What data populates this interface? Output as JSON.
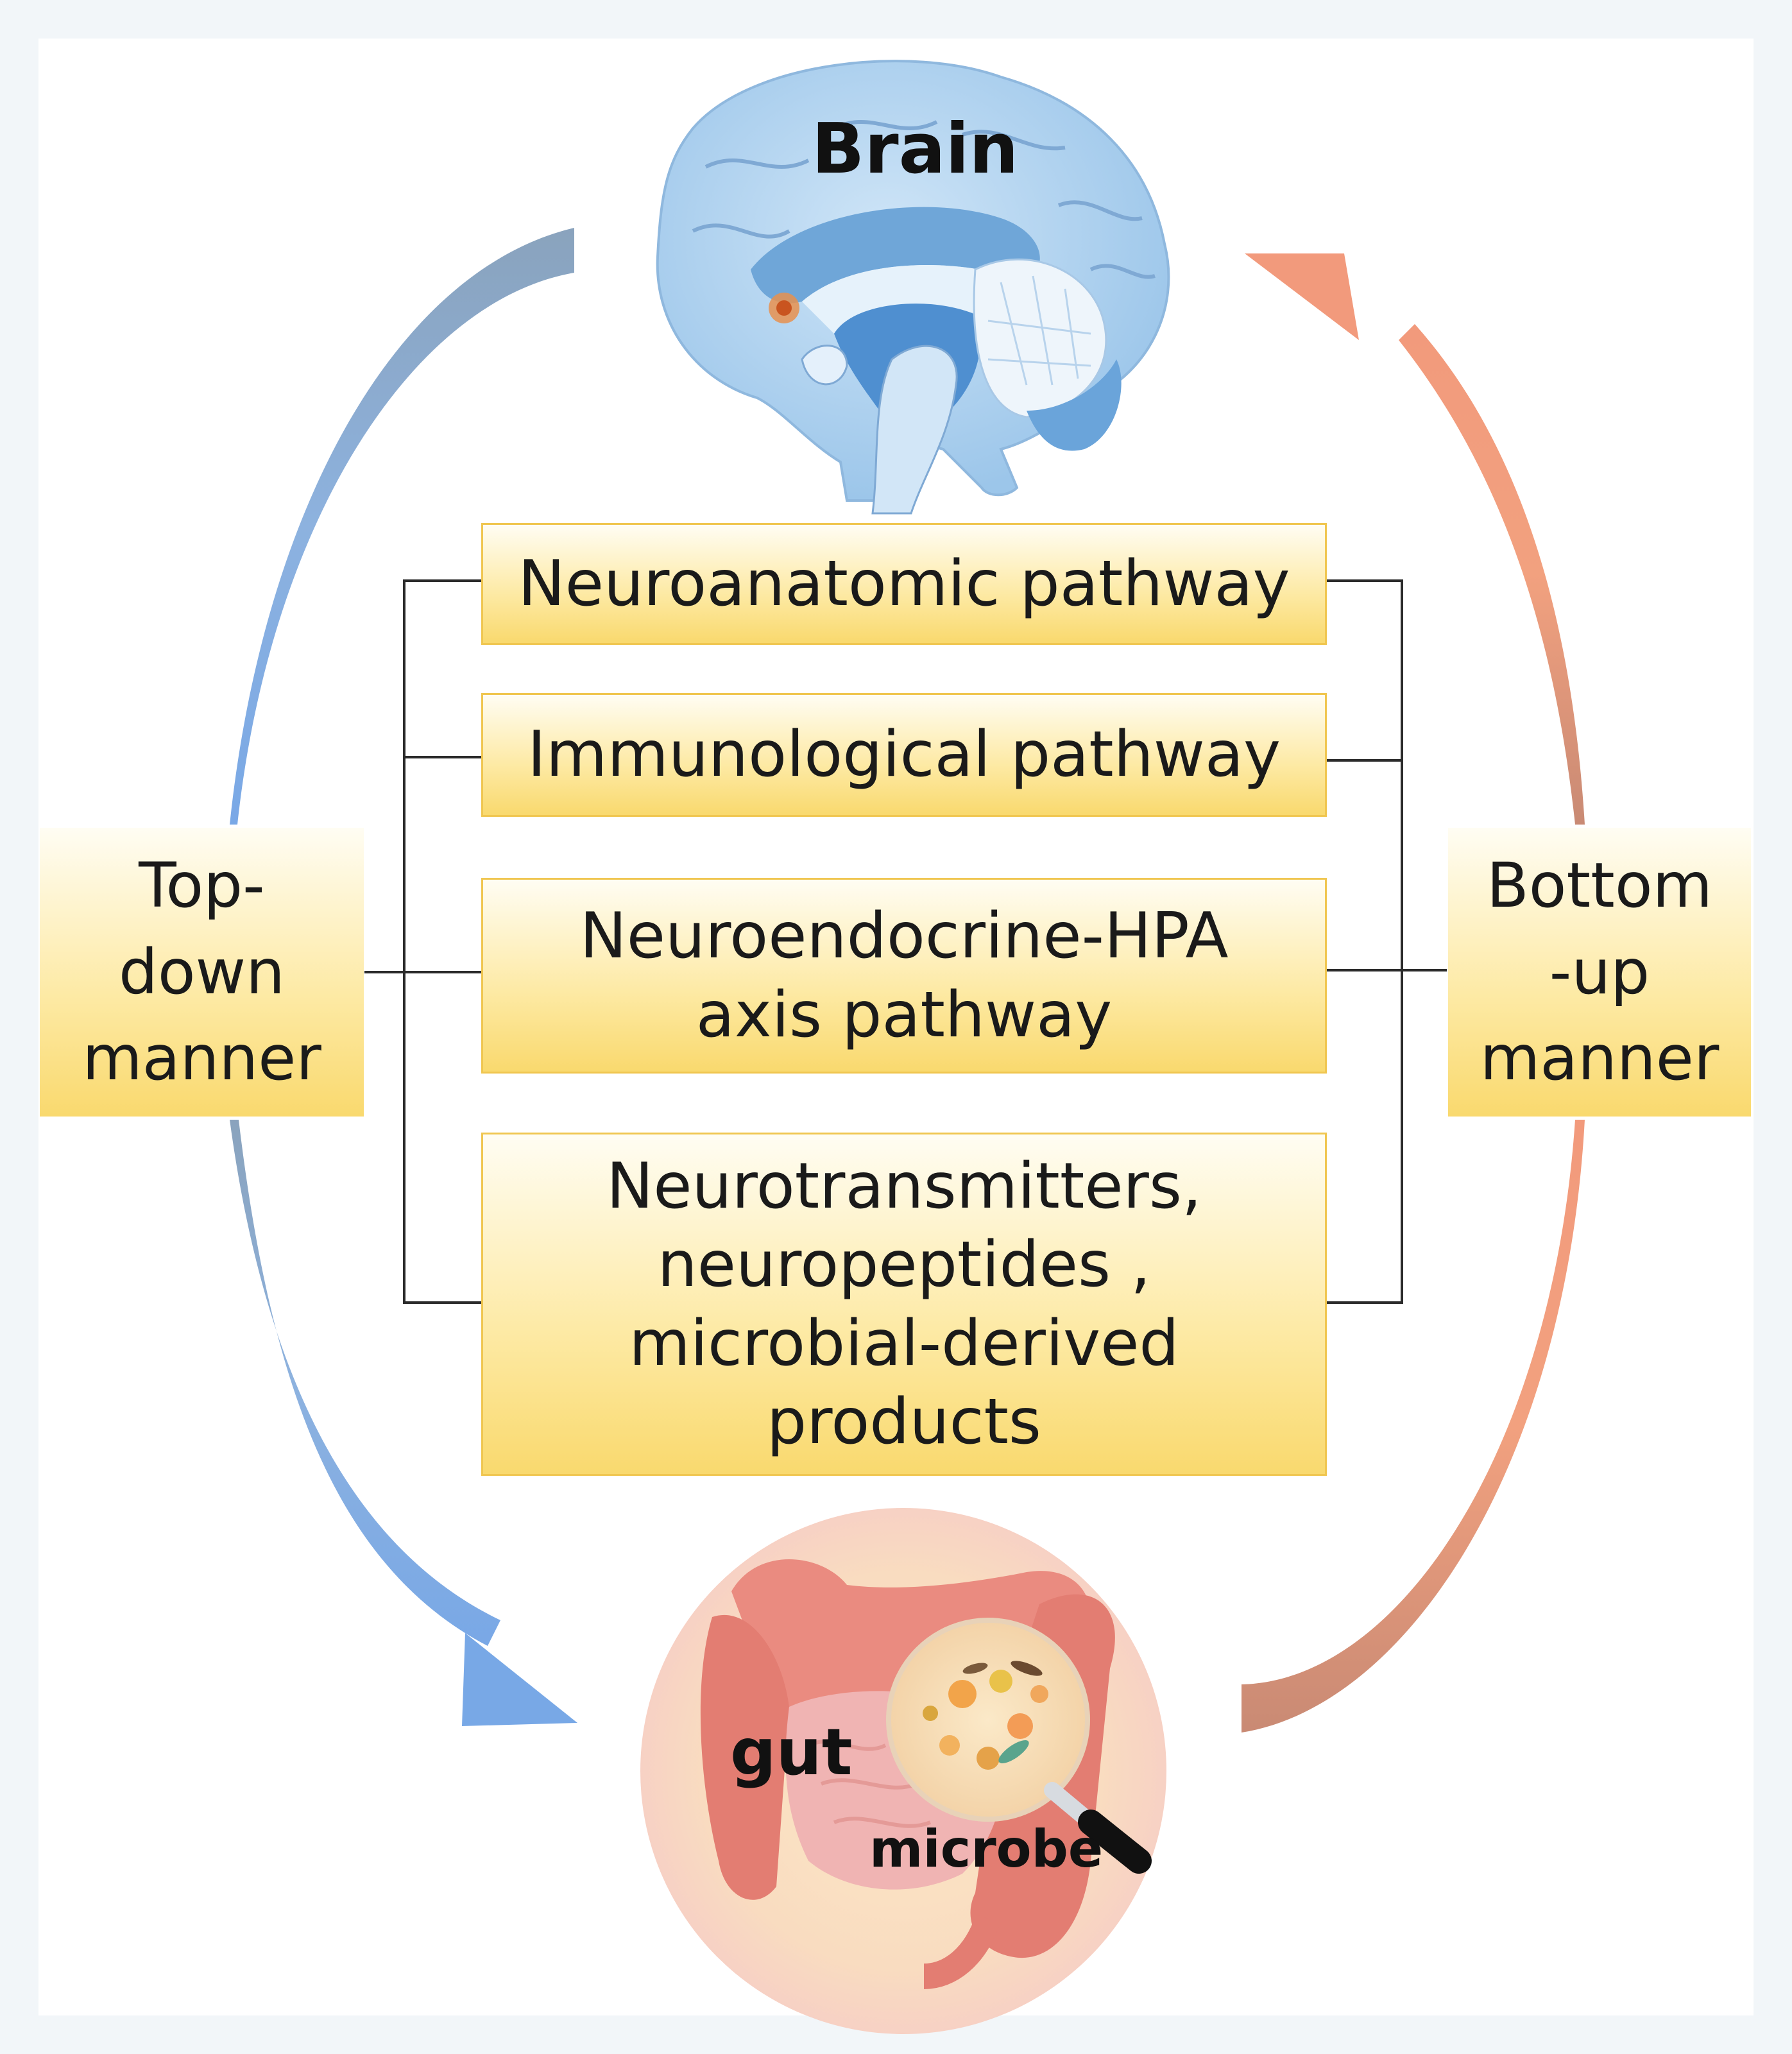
{
  "brain": {
    "label": "Brain"
  },
  "gut": {
    "label": "gut",
    "microbe_label": "microbe"
  },
  "pathways": [
    {
      "lines": [
        "Neuroanatomic pathway"
      ]
    },
    {
      "lines": [
        "Immunological pathway"
      ]
    },
    {
      "lines": [
        "Neuroendocrine-HPA",
        "axis pathway"
      ]
    },
    {
      "lines": [
        "Neurotransmitters,",
        "neuropeptides ,",
        "microbial-derived",
        "products"
      ]
    }
  ],
  "top_down": {
    "lines": [
      "Top-",
      "down",
      "manner"
    ]
  },
  "bottom_up": {
    "lines": [
      "Bottom",
      "-up",
      "manner"
    ]
  },
  "colors": {
    "top_down_arrow": "#7ea6d9",
    "bottom_up_arrow": "#ee9a78",
    "box_fill": "#fde9a2",
    "brain": "#a9cdec",
    "gut": "#e8827a"
  }
}
